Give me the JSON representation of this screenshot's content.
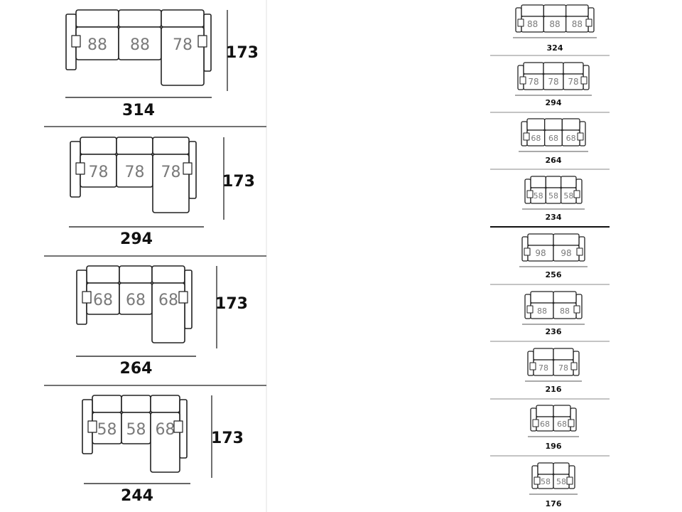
{
  "chaise_configs": [
    {
      "seats": [
        "88",
        "88",
        "78"
      ],
      "width": "314",
      "depth": "173"
    },
    {
      "seats": [
        "78",
        "78",
        "78"
      ],
      "width": "294",
      "depth": "173"
    },
    {
      "seats": [
        "68",
        "68",
        "68"
      ],
      "width": "264",
      "depth": "173"
    },
    {
      "seats": [
        "58",
        "58",
        "68"
      ],
      "width": "244",
      "depth": "173"
    }
  ],
  "sofa_configs": [
    {
      "seats": [
        "88",
        "88",
        "88"
      ],
      "width": "324"
    },
    {
      "seats": [
        "78",
        "78",
        "78"
      ],
      "width": "294"
    },
    {
      "seats": [
        "68",
        "68",
        "68"
      ],
      "width": "264"
    },
    {
      "seats": [
        "58",
        "58",
        "58"
      ],
      "width": "234"
    },
    {
      "seats": [
        "98",
        "98"
      ],
      "width": "256"
    },
    {
      "seats": [
        "88",
        "88"
      ],
      "width": "236"
    },
    {
      "seats": [
        "78",
        "78"
      ],
      "width": "216"
    },
    {
      "seats": [
        "68",
        "68"
      ],
      "width": "196"
    },
    {
      "seats": [
        "58",
        "58"
      ],
      "width": "176"
    }
  ],
  "colors": {
    "line": "#222222",
    "seat_number": "#7a7a7a",
    "divider": "#444444",
    "divider_bold": "#111111"
  }
}
